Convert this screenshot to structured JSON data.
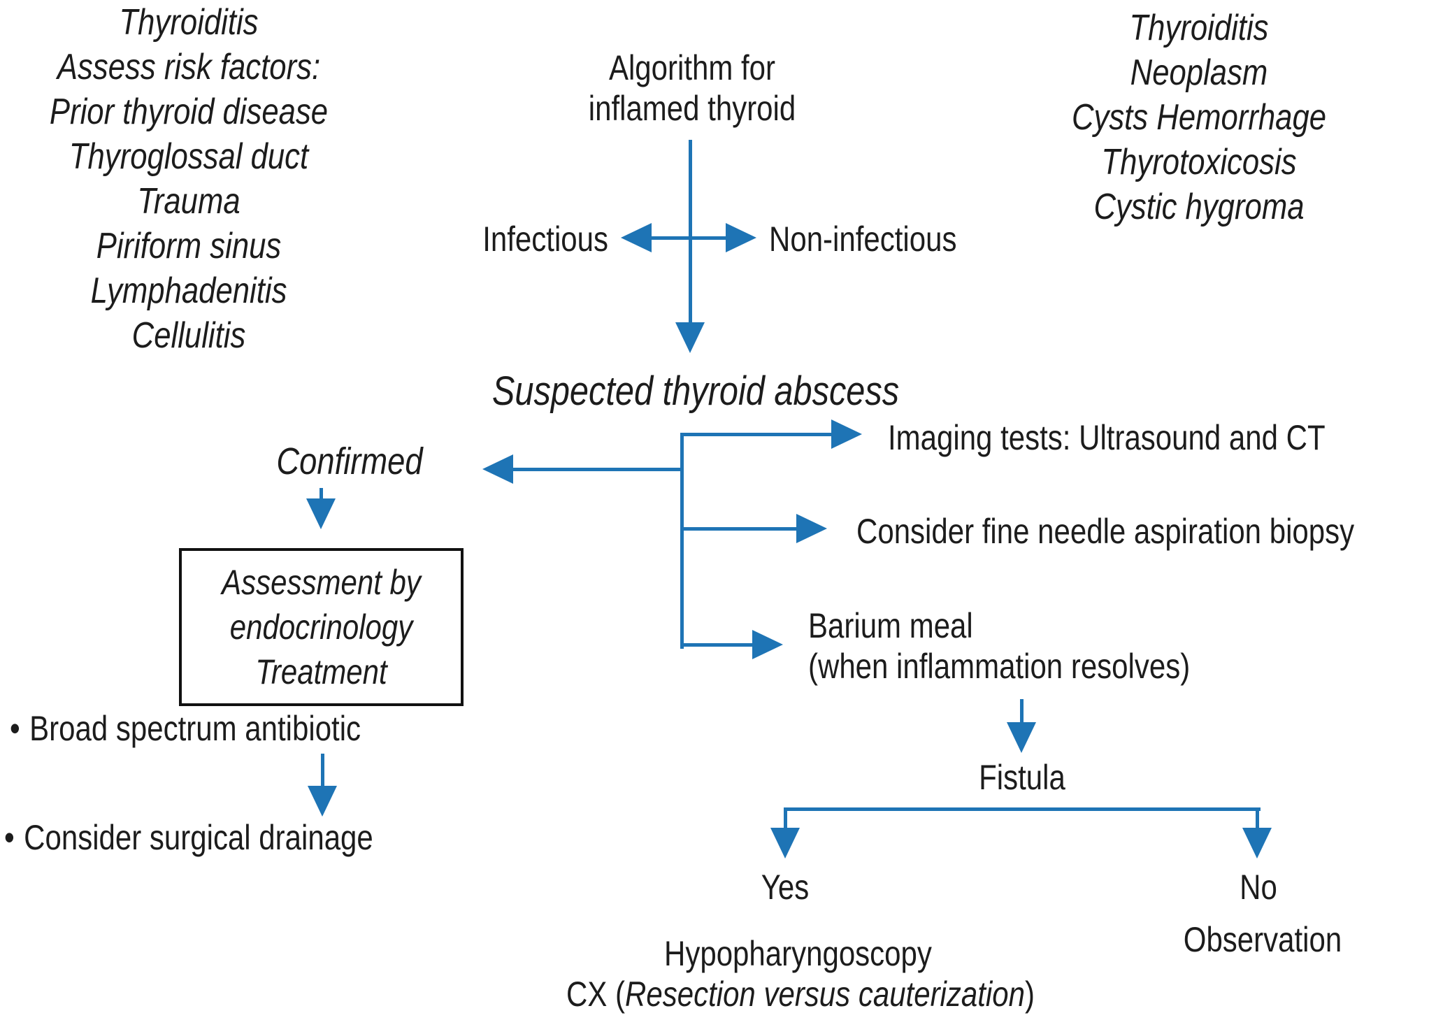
{
  "figure": {
    "background": "#ffffff",
    "accent_blue": "#1e74b5",
    "text_color": "#1c1c1c",
    "left_differential": {
      "items": [
        "Thyroiditis",
        "Assess risk factors:",
        "Prior thyroid disease",
        "Thyroglossal duct",
        "Trauma",
        "Piriform sinus",
        "Lymphadenitis",
        "Cellulitis"
      ]
    },
    "right_differential": {
      "items": [
        "Thyroiditis",
        "Neoplasm",
        "Cysts Hemorrhage",
        "Thyrotoxicosis",
        "Cystic hygroma"
      ]
    },
    "title": {
      "line1": "Algorithm for",
      "line2": "inflamed thyroid"
    },
    "split": {
      "left": "Infectious",
      "right": "Non-infectious"
    },
    "suspected_label": "Suspected thyroid abscess",
    "confirmed_label": "Confirmed",
    "assessment_box": {
      "lines": [
        "Assessment by",
        "endocrinology",
        "Treatment"
      ]
    },
    "treatment_bullets": {
      "marker": "•",
      "antibiotic": "Broad spectrum antibiotic",
      "drainage": "Consider surgical drainage"
    },
    "workup": {
      "imaging": "Imaging tests: Ultrasound and CT",
      "fna": "Consider fine needle aspiration biopsy",
      "barium_line1": "Barium meal",
      "barium_line2": "(when inflammation resolves)"
    },
    "fistula": {
      "label": "Fistula",
      "yes": "Yes",
      "no": "No",
      "observation": "Observation",
      "yes_outcome": "Hypopharyngoscopy",
      "cx_prefix": "CX (",
      "cx_italic": "Resection versus cauterization",
      "cx_suffix": ")"
    }
  }
}
